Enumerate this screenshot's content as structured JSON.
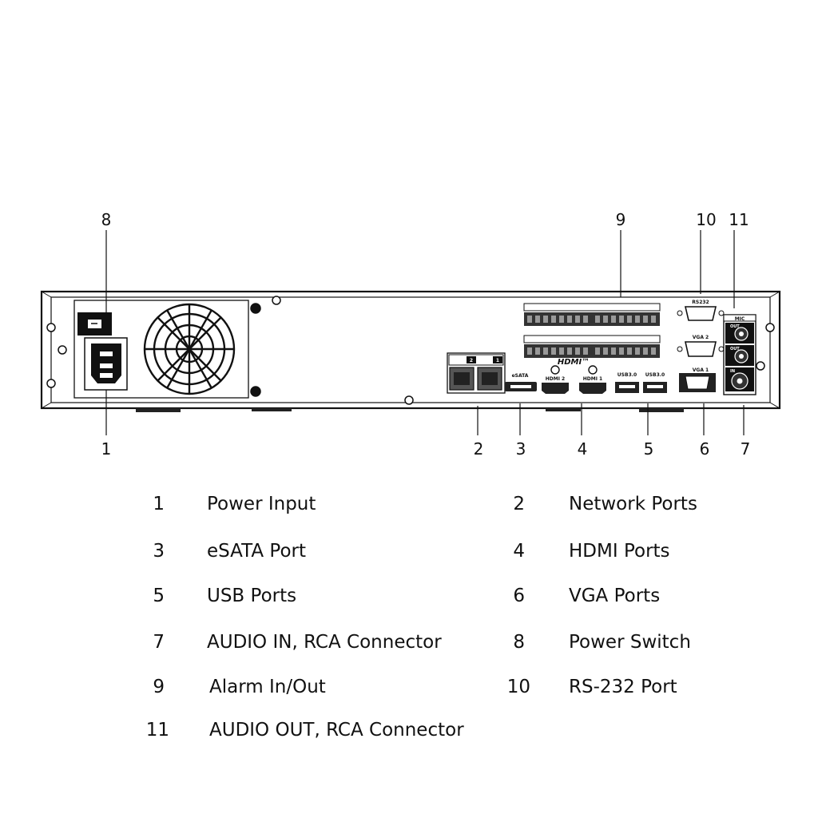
{
  "callouts": {
    "c1": "1",
    "c2": "2",
    "c3": "3",
    "c4": "4",
    "c5": "5",
    "c6": "6",
    "c7": "7",
    "c8": "8",
    "c9": "9",
    "c10": "10",
    "c11": "11"
  },
  "panel_labels": {
    "esata": "eSATA",
    "hdmi2": "HDMI 2",
    "hdmi1": "HDMI 1",
    "hdmi_logo": "HDMI™",
    "usb3_a": "USB3.0",
    "usb3_b": "USB3.0",
    "rs232": "RS232",
    "vga2": "VGA 2",
    "vga1": "VGA 1",
    "mic": "MIC",
    "out1": "OUT",
    "out2": "OUT",
    "in": "IN",
    "net2": "2",
    "net1": "1"
  },
  "legend": [
    {
      "num": "1",
      "text": "Power Input"
    },
    {
      "num": "2",
      "text": "Network Ports"
    },
    {
      "num": "3",
      "text": "eSATA Port"
    },
    {
      "num": "4",
      "text": "HDMI Ports"
    },
    {
      "num": "5",
      "text": "USB Ports"
    },
    {
      "num": "6",
      "text": "VGA Ports"
    },
    {
      "num": "7",
      "text": "AUDIO IN, RCA Connector"
    },
    {
      "num": "8",
      "text": "Power Switch"
    },
    {
      "num": "9",
      "text": "Alarm In/Out"
    },
    {
      "num": "10",
      "text": "RS-232 Port"
    },
    {
      "num": "11",
      "text": "AUDIO OUT, RCA Connector"
    }
  ]
}
